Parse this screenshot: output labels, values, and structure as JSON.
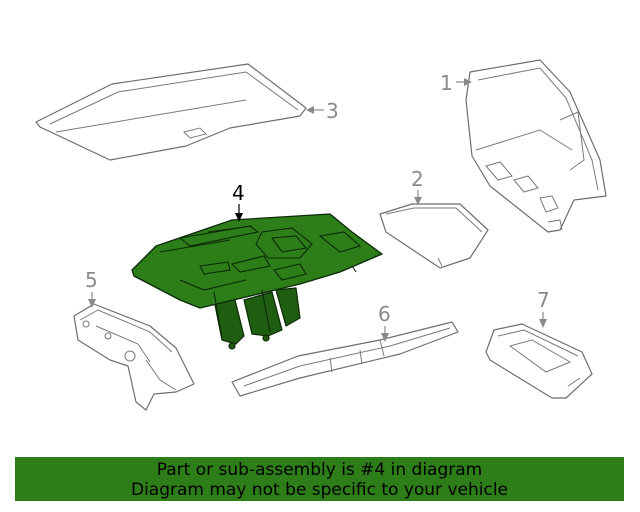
{
  "diagram": {
    "callouts": [
      {
        "id": "1",
        "label": "1"
      },
      {
        "id": "2",
        "label": "2"
      },
      {
        "id": "3",
        "label": "3"
      },
      {
        "id": "4",
        "label": "4",
        "highlighted": true
      },
      {
        "id": "5",
        "label": "5"
      },
      {
        "id": "6",
        "label": "6"
      },
      {
        "id": "7",
        "label": "7"
      }
    ],
    "highlight_color": "#2d7d18",
    "line_color": "#6e6e6e"
  },
  "banner": {
    "line1": "Part or sub-assembly is #4 in diagram",
    "line2": "Diagram may not be specific to your vehicle",
    "background": "#2d7d18"
  }
}
